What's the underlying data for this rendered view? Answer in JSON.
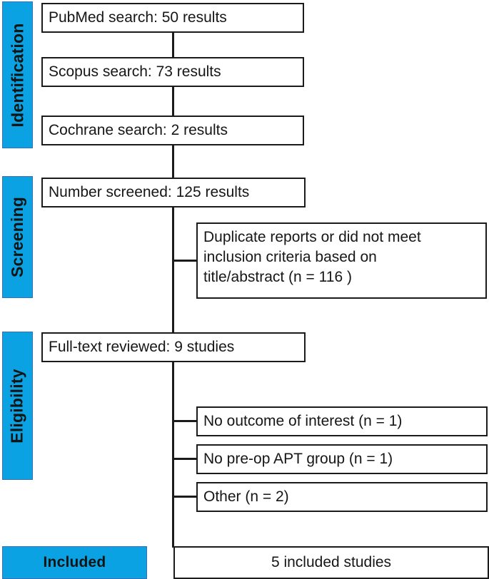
{
  "diagram": {
    "type": "prisma-flow-diagram",
    "accent_color": "#0AA2E3",
    "line_color": "#1b1b1b",
    "background_color": "#ffffff"
  },
  "stages": {
    "identification": "Identification",
    "screening": "Screening",
    "eligibility": "Eligibility",
    "included": "Included"
  },
  "identification": {
    "pubmed": "PubMed search: 50 results",
    "scopus": "Scopus search: 73 results",
    "cochrane": "Cochrane search: 2 results"
  },
  "screening": {
    "screened": "Number screened: 125 results",
    "excluded": "Duplicate reports or did not meet\ninclusion criteria based on\ntitle/abstract (n = 116 )"
  },
  "eligibility": {
    "fulltext": "Full-text reviewed: 9 studies",
    "exclusions": [
      "No outcome of interest (n = 1)",
      "No pre-op APT group (n = 1)",
      "Other (n = 2)"
    ]
  },
  "included": {
    "result": "5 included studies"
  },
  "chart_data": {
    "type": "flowchart",
    "title": "PRISMA study selection flow diagram",
    "nodes": [
      {
        "id": "pubmed",
        "stage": "Identification",
        "label": "PubMed search: 50 results",
        "count": 50
      },
      {
        "id": "scopus",
        "stage": "Identification",
        "label": "Scopus search: 73 results",
        "count": 73
      },
      {
        "id": "cochrane",
        "stage": "Identification",
        "label": "Cochrane search: 2 results",
        "count": 2
      },
      {
        "id": "screened",
        "stage": "Screening",
        "label": "Number screened: 125 results",
        "count": 125
      },
      {
        "id": "duplicates",
        "stage": "Screening",
        "label": "Duplicate reports or did not meet inclusion criteria based on title/abstract (n = 116 )",
        "count": 116,
        "excluded": true
      },
      {
        "id": "fulltext",
        "stage": "Eligibility",
        "label": "Full-text reviewed: 9 studies",
        "count": 9
      },
      {
        "id": "no-outcome",
        "stage": "Eligibility",
        "label": "No outcome of interest (n = 1)",
        "count": 1,
        "excluded": true
      },
      {
        "id": "no-apt",
        "stage": "Eligibility",
        "label": "No pre-op APT group (n = 1)",
        "count": 1,
        "excluded": true
      },
      {
        "id": "other",
        "stage": "Eligibility",
        "label": "Other (n = 2)",
        "count": 2,
        "excluded": true
      },
      {
        "id": "included",
        "stage": "Included",
        "label": "5 included studies",
        "count": 5
      }
    ],
    "edges": [
      {
        "from": "pubmed",
        "to": "scopus"
      },
      {
        "from": "scopus",
        "to": "cochrane"
      },
      {
        "from": "cochrane",
        "to": "screened"
      },
      {
        "from": "screened",
        "to": "duplicates"
      },
      {
        "from": "screened",
        "to": "fulltext"
      },
      {
        "from": "fulltext",
        "to": "no-outcome"
      },
      {
        "from": "fulltext",
        "to": "no-apt"
      },
      {
        "from": "fulltext",
        "to": "other"
      },
      {
        "from": "fulltext",
        "to": "included"
      }
    ]
  }
}
